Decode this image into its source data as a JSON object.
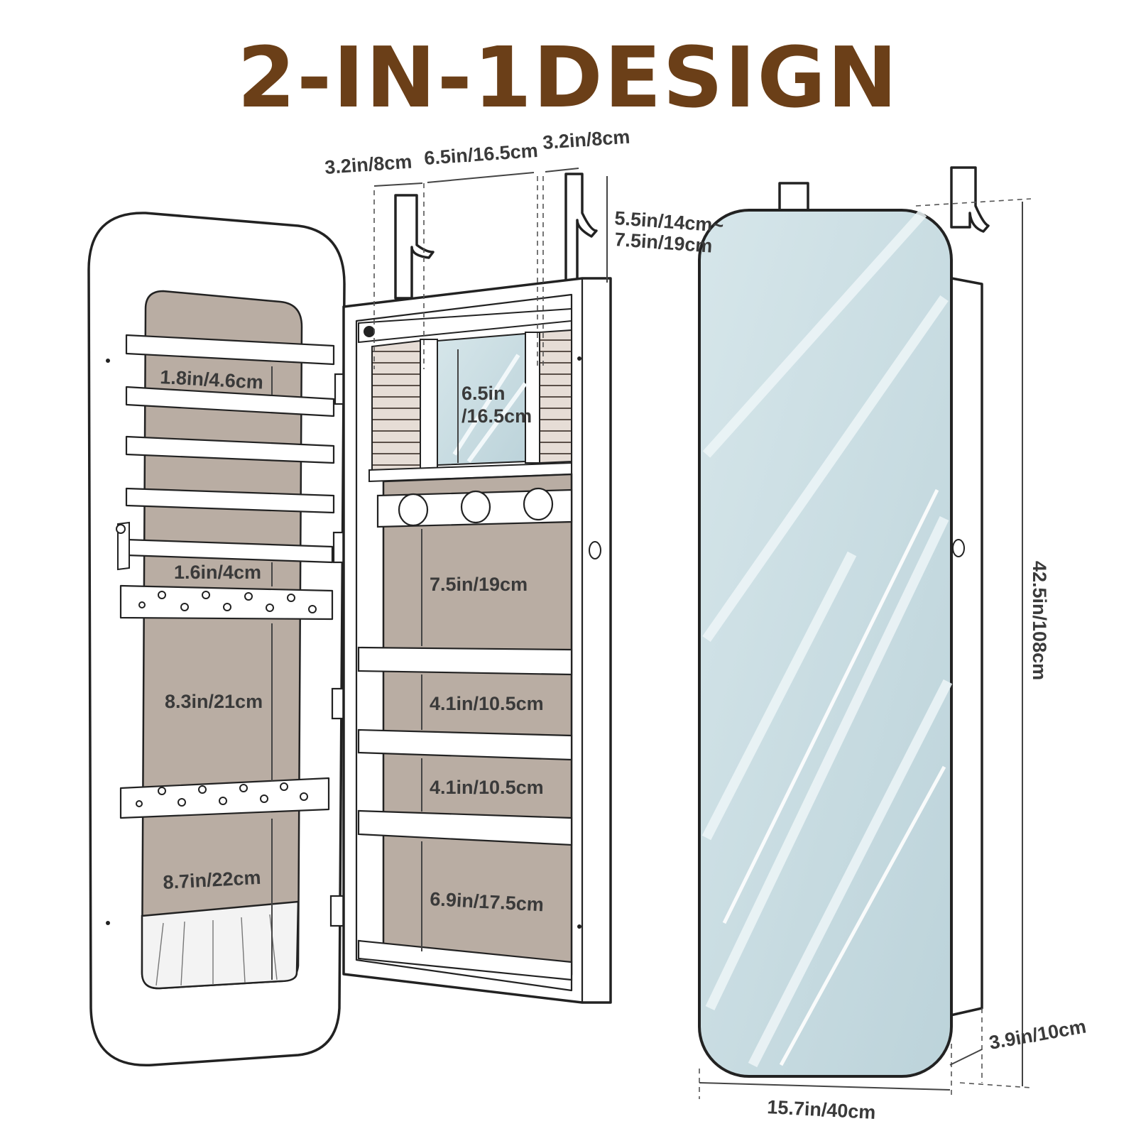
{
  "title": "2-IN-1DESIGN",
  "colors": {
    "title": "#6b3f18",
    "fabric": "#b9ada3",
    "mirror": "#c7dde3",
    "ink": "#222222"
  },
  "dimensions": {
    "hook_left_width": "3.2in/8cm",
    "hook_spacing": "6.5in/16.5cm",
    "hook_right_width": "3.2in/8cm",
    "hook_height_a": "5.5in/14cm~",
    "hook_height_b": "7.5in/19cm",
    "mirror_height_a": "6.5in",
    "mirror_height_b": "/16.5cm",
    "bar_gap_1": "1.8in/4.6cm",
    "bar_gap_2": "1.6in/4cm",
    "earring_bar_gap": "8.3in/21cm",
    "bottom_pocket": "8.7in/22cm",
    "compartment_1": "7.5in/19cm",
    "shelf_gap_1": "4.1in/10.5cm",
    "shelf_gap_2": "4.1in/10.5cm",
    "bottom_shelf": "6.9in/17.5cm",
    "total_height": "42.5in/108cm",
    "depth": "3.9in/10cm",
    "width": "15.7in/40cm"
  }
}
